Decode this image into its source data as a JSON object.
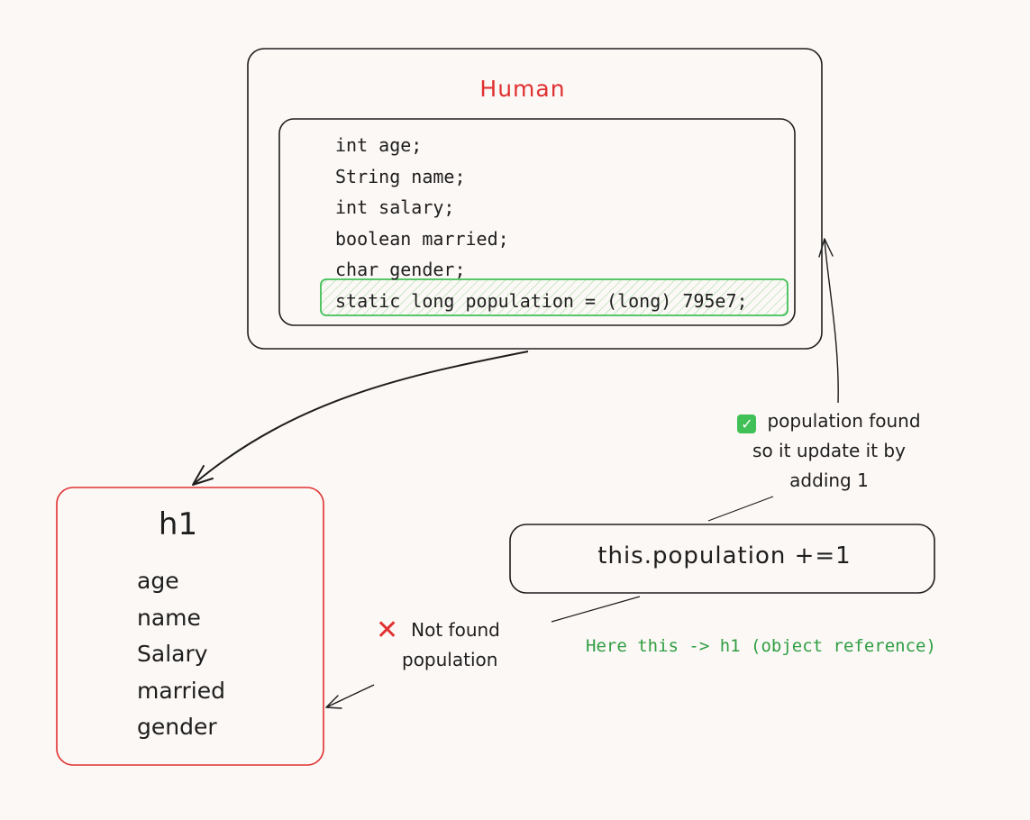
{
  "class_box": {
    "title": "Human",
    "fields": [
      "int age;",
      "String name;",
      "int salary;",
      "boolean married;",
      "char gender;",
      "static long population = (long) 795e7;"
    ],
    "highlight_color": "#40c057",
    "title_color": "#e03131"
  },
  "object_box": {
    "title": "h1",
    "properties": [
      "age",
      "name",
      "Salary",
      "married",
      "gender"
    ],
    "border_color": "#e03131"
  },
  "expression_box": {
    "text": "this.population +=1"
  },
  "found_note": {
    "icon": "check-icon",
    "lines": [
      "population found",
      "so it update it by",
      "adding 1"
    ]
  },
  "not_found_note": {
    "icon": "cross-icon",
    "lines": [
      "Not found",
      "population"
    ]
  },
  "reference_note": {
    "text": "Here this -> h1 (object reference)",
    "color": "#2f9e44"
  }
}
